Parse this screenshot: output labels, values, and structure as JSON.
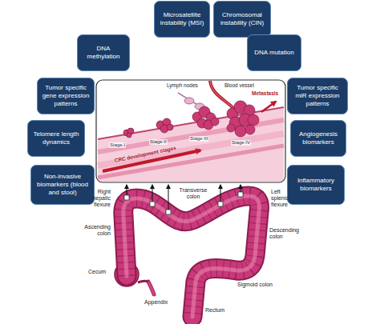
{
  "diagram": {
    "nodes": [
      {
        "text": [
          "Microsatellite instability (MSI)"
        ]
      },
      {
        "text": [
          "Chromosomal instability (CIN)"
        ]
      },
      {
        "text": [
          "DNA methylation"
        ]
      },
      {
        "text": [
          "DNA mutation"
        ]
      },
      {
        "text": [
          "Tumor specific gene expression patterns"
        ]
      },
      {
        "text": [
          "Tumor specific miR expression patterns"
        ]
      },
      {
        "text": [
          "Telomere length dynamics"
        ]
      },
      {
        "text": [
          "Angiogenesis biomarkers"
        ]
      },
      {
        "text": [
          "Non-invasive biomarkers (blood and stool)"
        ]
      },
      {
        "text": [
          "Inflammatory biomarkers"
        ]
      }
    ],
    "labels": [
      "Lymph nodes",
      "Blood vessel",
      "Metastasis",
      "CRC development stages",
      "Stage I",
      "Stage II",
      "Stage III",
      "Stage IV",
      "Right hepatic flexure",
      "Transverse colon",
      "Left splenic flexure",
      "Ascending colon",
      "Descending colon",
      "Cecum",
      "Appendix",
      "Sigmoid colon",
      "Rectum"
    ]
  }
}
